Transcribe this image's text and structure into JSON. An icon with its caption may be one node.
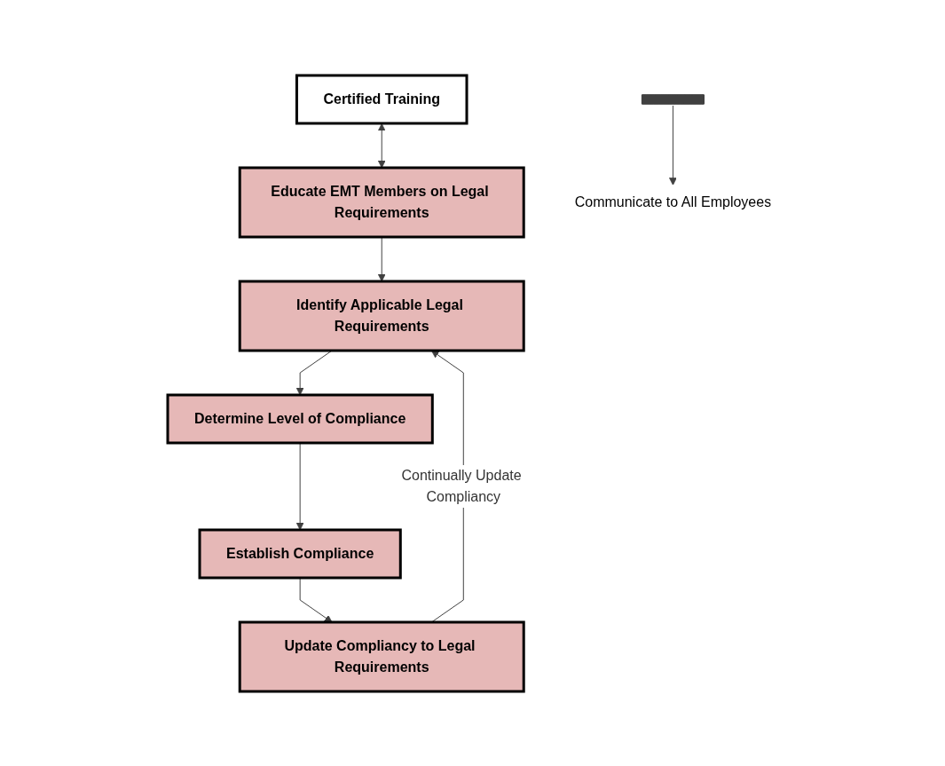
{
  "diagram": {
    "nodes": [
      {
        "text": [
          "Certified Training"
        ]
      },
      {
        "text": [
          "Educate EMT Members on Legal Requirements"
        ]
      },
      {
        "text": [
          "Identify Applicable Legal Requirements"
        ]
      },
      {
        "text": [
          "Determine Level of Compliance"
        ]
      },
      {
        "text": [
          "Establish Compliance"
        ]
      },
      {
        "text": [
          "Update Compliancy to Legal Requirements"
        ]
      },
      {
        "text": [],
        "shape": "bar"
      },
      {
        "text": [
          "Communicate to All Employees"
        ]
      }
    ],
    "edges": [
      {
        "from": 0,
        "to": 1,
        "arrow": "both"
      },
      {
        "from": 1,
        "to": 2,
        "arrow": "to"
      },
      {
        "from": 2,
        "to": 3,
        "arrow": "to"
      },
      {
        "from": 3,
        "to": 4,
        "arrow": "to"
      },
      {
        "from": 4,
        "to": 5,
        "arrow": "to"
      },
      {
        "from": 5,
        "to": 2,
        "arrow": "to",
        "label": "Continually Update Compliancy"
      },
      {
        "from": 6,
        "to": 7,
        "arrow": "to"
      }
    ]
  }
}
